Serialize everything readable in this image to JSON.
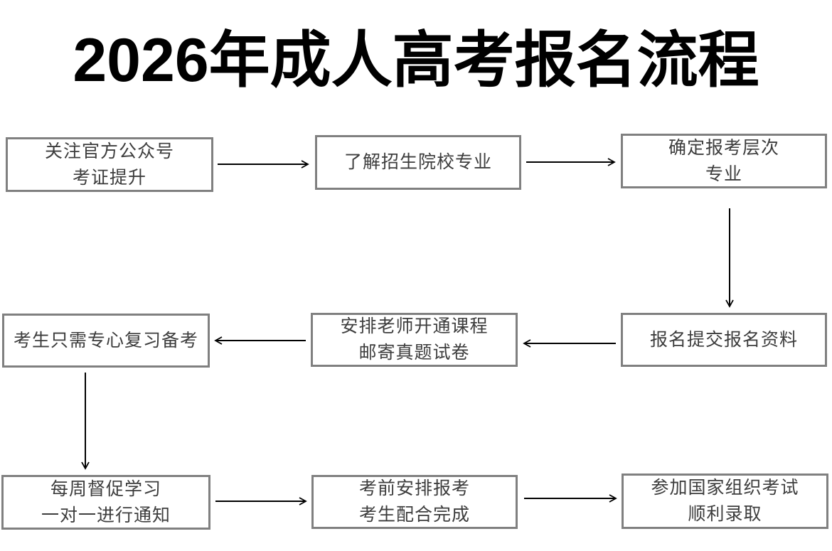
{
  "title": "2026年成人高考报名流程",
  "flowchart": {
    "nodes": [
      {
        "step": 1,
        "line1": "关注官方公众号",
        "line2": "考证提升"
      },
      {
        "step": 2,
        "line1": "了解招生院校专业"
      },
      {
        "step": 3,
        "line1": "确定报考层次",
        "line2": "专业"
      },
      {
        "step": 4,
        "line1": "报名提交报名资料"
      },
      {
        "step": 5,
        "line1": "安排老师开通课程",
        "line2": "邮寄真题试卷"
      },
      {
        "step": 6,
        "line1": "考生只需专心复习备考"
      },
      {
        "step": 7,
        "line1": "每周督促学习",
        "line2": "一对一进行通知"
      },
      {
        "step": 8,
        "line1": "考前安排报考",
        "line2": "考生配合完成"
      },
      {
        "step": 9,
        "line1": "参加国家组织考试",
        "line2": "顺利录取"
      }
    ],
    "edges": [
      {
        "from": 1,
        "to": 2,
        "direction": "right"
      },
      {
        "from": 2,
        "to": 3,
        "direction": "right"
      },
      {
        "from": 3,
        "to": 4,
        "direction": "down"
      },
      {
        "from": 4,
        "to": 5,
        "direction": "left"
      },
      {
        "from": 5,
        "to": 6,
        "direction": "left"
      },
      {
        "from": 6,
        "to": 7,
        "direction": "down"
      },
      {
        "from": 7,
        "to": 8,
        "direction": "right"
      },
      {
        "from": 8,
        "to": 9,
        "direction": "right"
      }
    ]
  },
  "colors": {
    "background": "#ffffff",
    "title_text": "#000000",
    "box_border": "#808080",
    "box_text": "#3d3d3d",
    "arrow": "#000000"
  }
}
